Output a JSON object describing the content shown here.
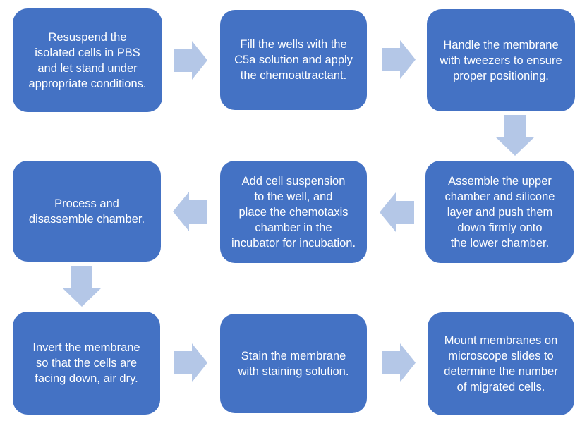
{
  "flowchart": {
    "description": "Chemotaxis assay protocol flowchart",
    "colors": {
      "box_fill": "#4472C4",
      "arrow_fill": "#B4C7E7",
      "text": "#FFFFFF",
      "background": "#FFFFFF"
    },
    "steps": [
      {
        "order": 1,
        "row": 1,
        "col": 1,
        "label": "Resuspend the isolated cells in PBS and let stand under appropriate conditions."
      },
      {
        "order": 2,
        "row": 1,
        "col": 2,
        "label": "Fill the wells with the C5a solution and apply the chemoattractant."
      },
      {
        "order": 3,
        "row": 1,
        "col": 3,
        "label": "Handle the membrane with tweezers to ensure proper positioning."
      },
      {
        "order": 4,
        "row": 2,
        "col": 3,
        "label": "Assemble the upper chamber and silicone layer and push them down firmly onto the lower chamber."
      },
      {
        "order": 5,
        "row": 2,
        "col": 2,
        "label": "Add cell suspension to the well, and place the chemotaxis chamber in the incubator for incubation."
      },
      {
        "order": 6,
        "row": 2,
        "col": 1,
        "label": "Process and disassemble chamber."
      },
      {
        "order": 7,
        "row": 3,
        "col": 1,
        "label": "Invert the membrane so that the cells are facing down, air dry."
      },
      {
        "order": 8,
        "row": 3,
        "col": 2,
        "label": "Stain the membrane with staining solution."
      },
      {
        "order": 9,
        "row": 3,
        "col": 3,
        "label": "Mount membranes on microscope slides to determine the number of migrated cells."
      }
    ],
    "connections": [
      {
        "from": 1,
        "to": 2,
        "direction": "right"
      },
      {
        "from": 2,
        "to": 3,
        "direction": "right"
      },
      {
        "from": 3,
        "to": 4,
        "direction": "down"
      },
      {
        "from": 4,
        "to": 5,
        "direction": "left"
      },
      {
        "from": 5,
        "to": 6,
        "direction": "left"
      },
      {
        "from": 6,
        "to": 7,
        "direction": "down"
      },
      {
        "from": 7,
        "to": 8,
        "direction": "right"
      },
      {
        "from": 8,
        "to": 9,
        "direction": "right"
      }
    ]
  }
}
